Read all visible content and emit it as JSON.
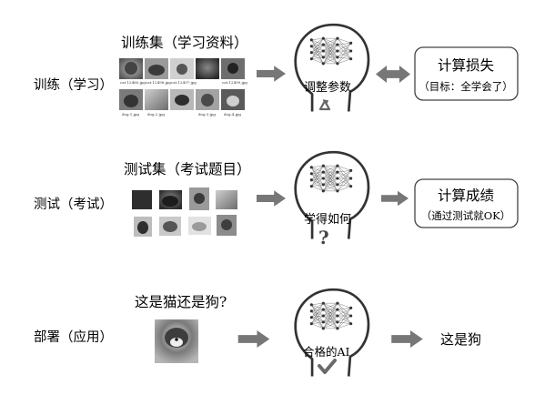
{
  "training": {
    "stage_label": "训练（学习）",
    "dataset_caption": "训练集（学习资料）",
    "image_captions": [
      "cat.12460.jpg",
      "cat.12498.jpg",
      "cat.12497.jpg",
      "cat.12499.jpg",
      "dog.1.jpg",
      "dog.2.jpg",
      "dog.3.jpg",
      "dog.4.jpg"
    ],
    "brain_label": "调整参数",
    "result_title": "计算损失",
    "result_subtitle": "（目标：全学会了）"
  },
  "testing": {
    "stage_label": "测试（考试）",
    "dataset_caption": "测试集（考试题目）",
    "brain_label": "学得如何",
    "brain_mark": "?",
    "result_title": "计算成绩",
    "result_subtitle": "（通过测试就OK）"
  },
  "deployment": {
    "stage_label": "部署（应用）",
    "question": "这是猫还是狗?",
    "brain_label": "合格的AI",
    "result_text": "这是狗"
  }
}
